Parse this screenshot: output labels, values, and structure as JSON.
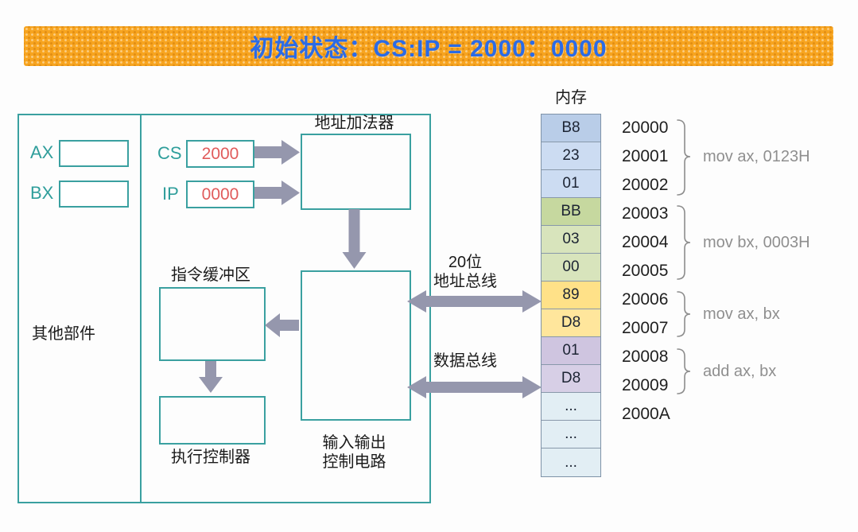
{
  "title": "初始状态：CS:IP = 2000：0000",
  "cpu": {
    "general_registers": [
      {
        "name": "AX",
        "value": ""
      },
      {
        "name": "BX",
        "value": ""
      }
    ],
    "pointer_registers": [
      {
        "name": "CS",
        "value": "2000"
      },
      {
        "name": "IP",
        "value": "0000"
      }
    ],
    "other_components_label": "其他部件",
    "address_adder_label": "地址加法器",
    "instruction_buffer_label": "指令缓冲区",
    "execution_controller_label": "执行控制器",
    "io_control_label": [
      "输入输出",
      "控制电路"
    ]
  },
  "buses": {
    "address_bus_label": [
      "20位",
      "地址总线"
    ],
    "data_bus_label": "数据总线"
  },
  "memory": {
    "header": "内存",
    "cells": [
      {
        "value": "B8",
        "color": "#b9cde8"
      },
      {
        "value": "23",
        "color": "#ccdcf2"
      },
      {
        "value": "01",
        "color": "#ccdcf2"
      },
      {
        "value": "BB",
        "color": "#c6d89f"
      },
      {
        "value": "03",
        "color": "#d8e4bc"
      },
      {
        "value": "00",
        "color": "#d8e4bc"
      },
      {
        "value": "89",
        "color": "#ffe188"
      },
      {
        "value": "D8",
        "color": "#ffe69c"
      },
      {
        "value": "01",
        "color": "#cfc5e0"
      },
      {
        "value": "D8",
        "color": "#d7cfe6"
      },
      {
        "value": "...",
        "color": "#e2eef4"
      },
      {
        "value": "...",
        "color": "#e2eef4"
      },
      {
        "value": "...",
        "color": "#e2eef4"
      }
    ],
    "addresses": [
      "20000",
      "20001",
      "20002",
      "20003",
      "20004",
      "20005",
      "20006",
      "20007",
      "20008",
      "20009",
      "2000A"
    ],
    "instructions": [
      {
        "text": "mov ax, 0123H"
      },
      {
        "text": "mov bx, 0003H"
      },
      {
        "text": "mov ax, bx"
      },
      {
        "text": "add ax, bx"
      }
    ]
  },
  "colors": {
    "banner_bg": "#f7a41f",
    "banner_text": "#2b6be6",
    "box_border": "#3aa0a0",
    "register_label": "#2f9e9b",
    "register_value": "#e05b5b",
    "arrow": "#9597ad",
    "instruction_text": "#8f8f8f"
  }
}
